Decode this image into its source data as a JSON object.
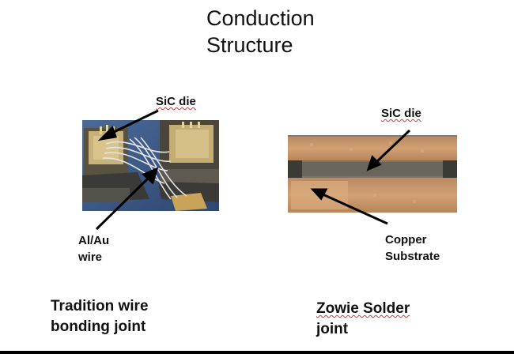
{
  "title": {
    "line1": "Conduction",
    "line2": "Structure"
  },
  "left": {
    "die_label": "SiC die",
    "wire_label_line1": "Al/Au",
    "wire_label_line2": "wire",
    "caption_line1": "Tradition wire",
    "caption_line2": "bonding joint"
  },
  "right": {
    "die_label": "SiC die",
    "substrate_label_line1": "Copper",
    "substrate_label_line2": "Substrate",
    "caption_line1": "Zowie Solder",
    "caption_line2": "joint"
  },
  "colors": {
    "arrow": "#000000",
    "spellcheck_underline": "#c83a3a",
    "copper": "#c8905e",
    "die_gray": "#6d6a62",
    "board_blue": "#3d5a86"
  }
}
